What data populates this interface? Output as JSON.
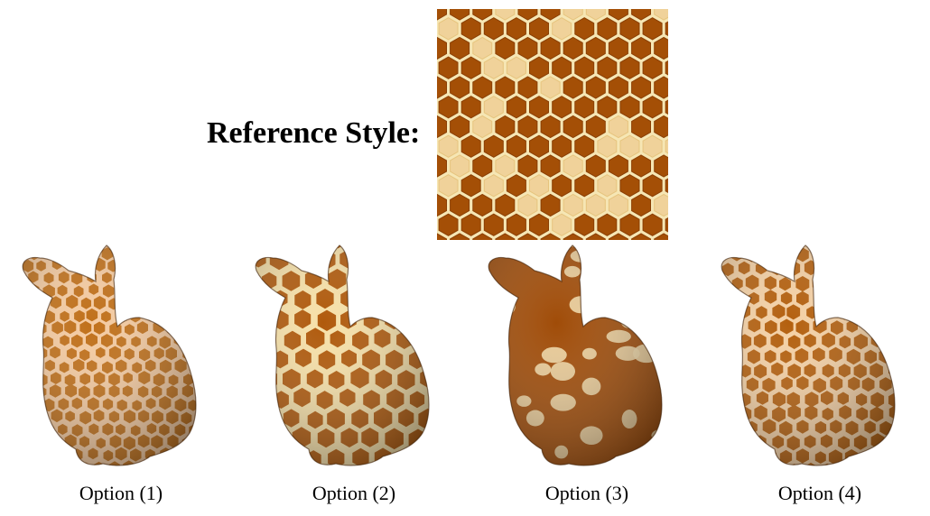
{
  "reference": {
    "label": "Reference Style:",
    "swatch_icon": "honeycomb-texture-swatch",
    "colors": {
      "cell_dark": "#a44f06",
      "cell_light": "#f0d29a",
      "border": "#f6e6b4"
    }
  },
  "options": [
    {
      "label": "Option (1)",
      "icon": "bunny-textured-small-spots",
      "base": "#f4caa0",
      "spot": "#c0701a",
      "spot_r": 7
    },
    {
      "label": "Option (2)",
      "icon": "bunny-textured-large-cells",
      "base": "#f6e0a8",
      "spot": "#b05a0c",
      "spot_r": 11
    },
    {
      "label": "Option (3)",
      "icon": "bunny-textured-blotchy",
      "base": "#a04c08",
      "spot": "#eed7a6",
      "spot_r": 9
    },
    {
      "label": "Option (4)",
      "icon": "bunny-textured-hex-spots",
      "base": "#f4d0a4",
      "spot": "#b4600e",
      "spot_r": 8
    }
  ]
}
